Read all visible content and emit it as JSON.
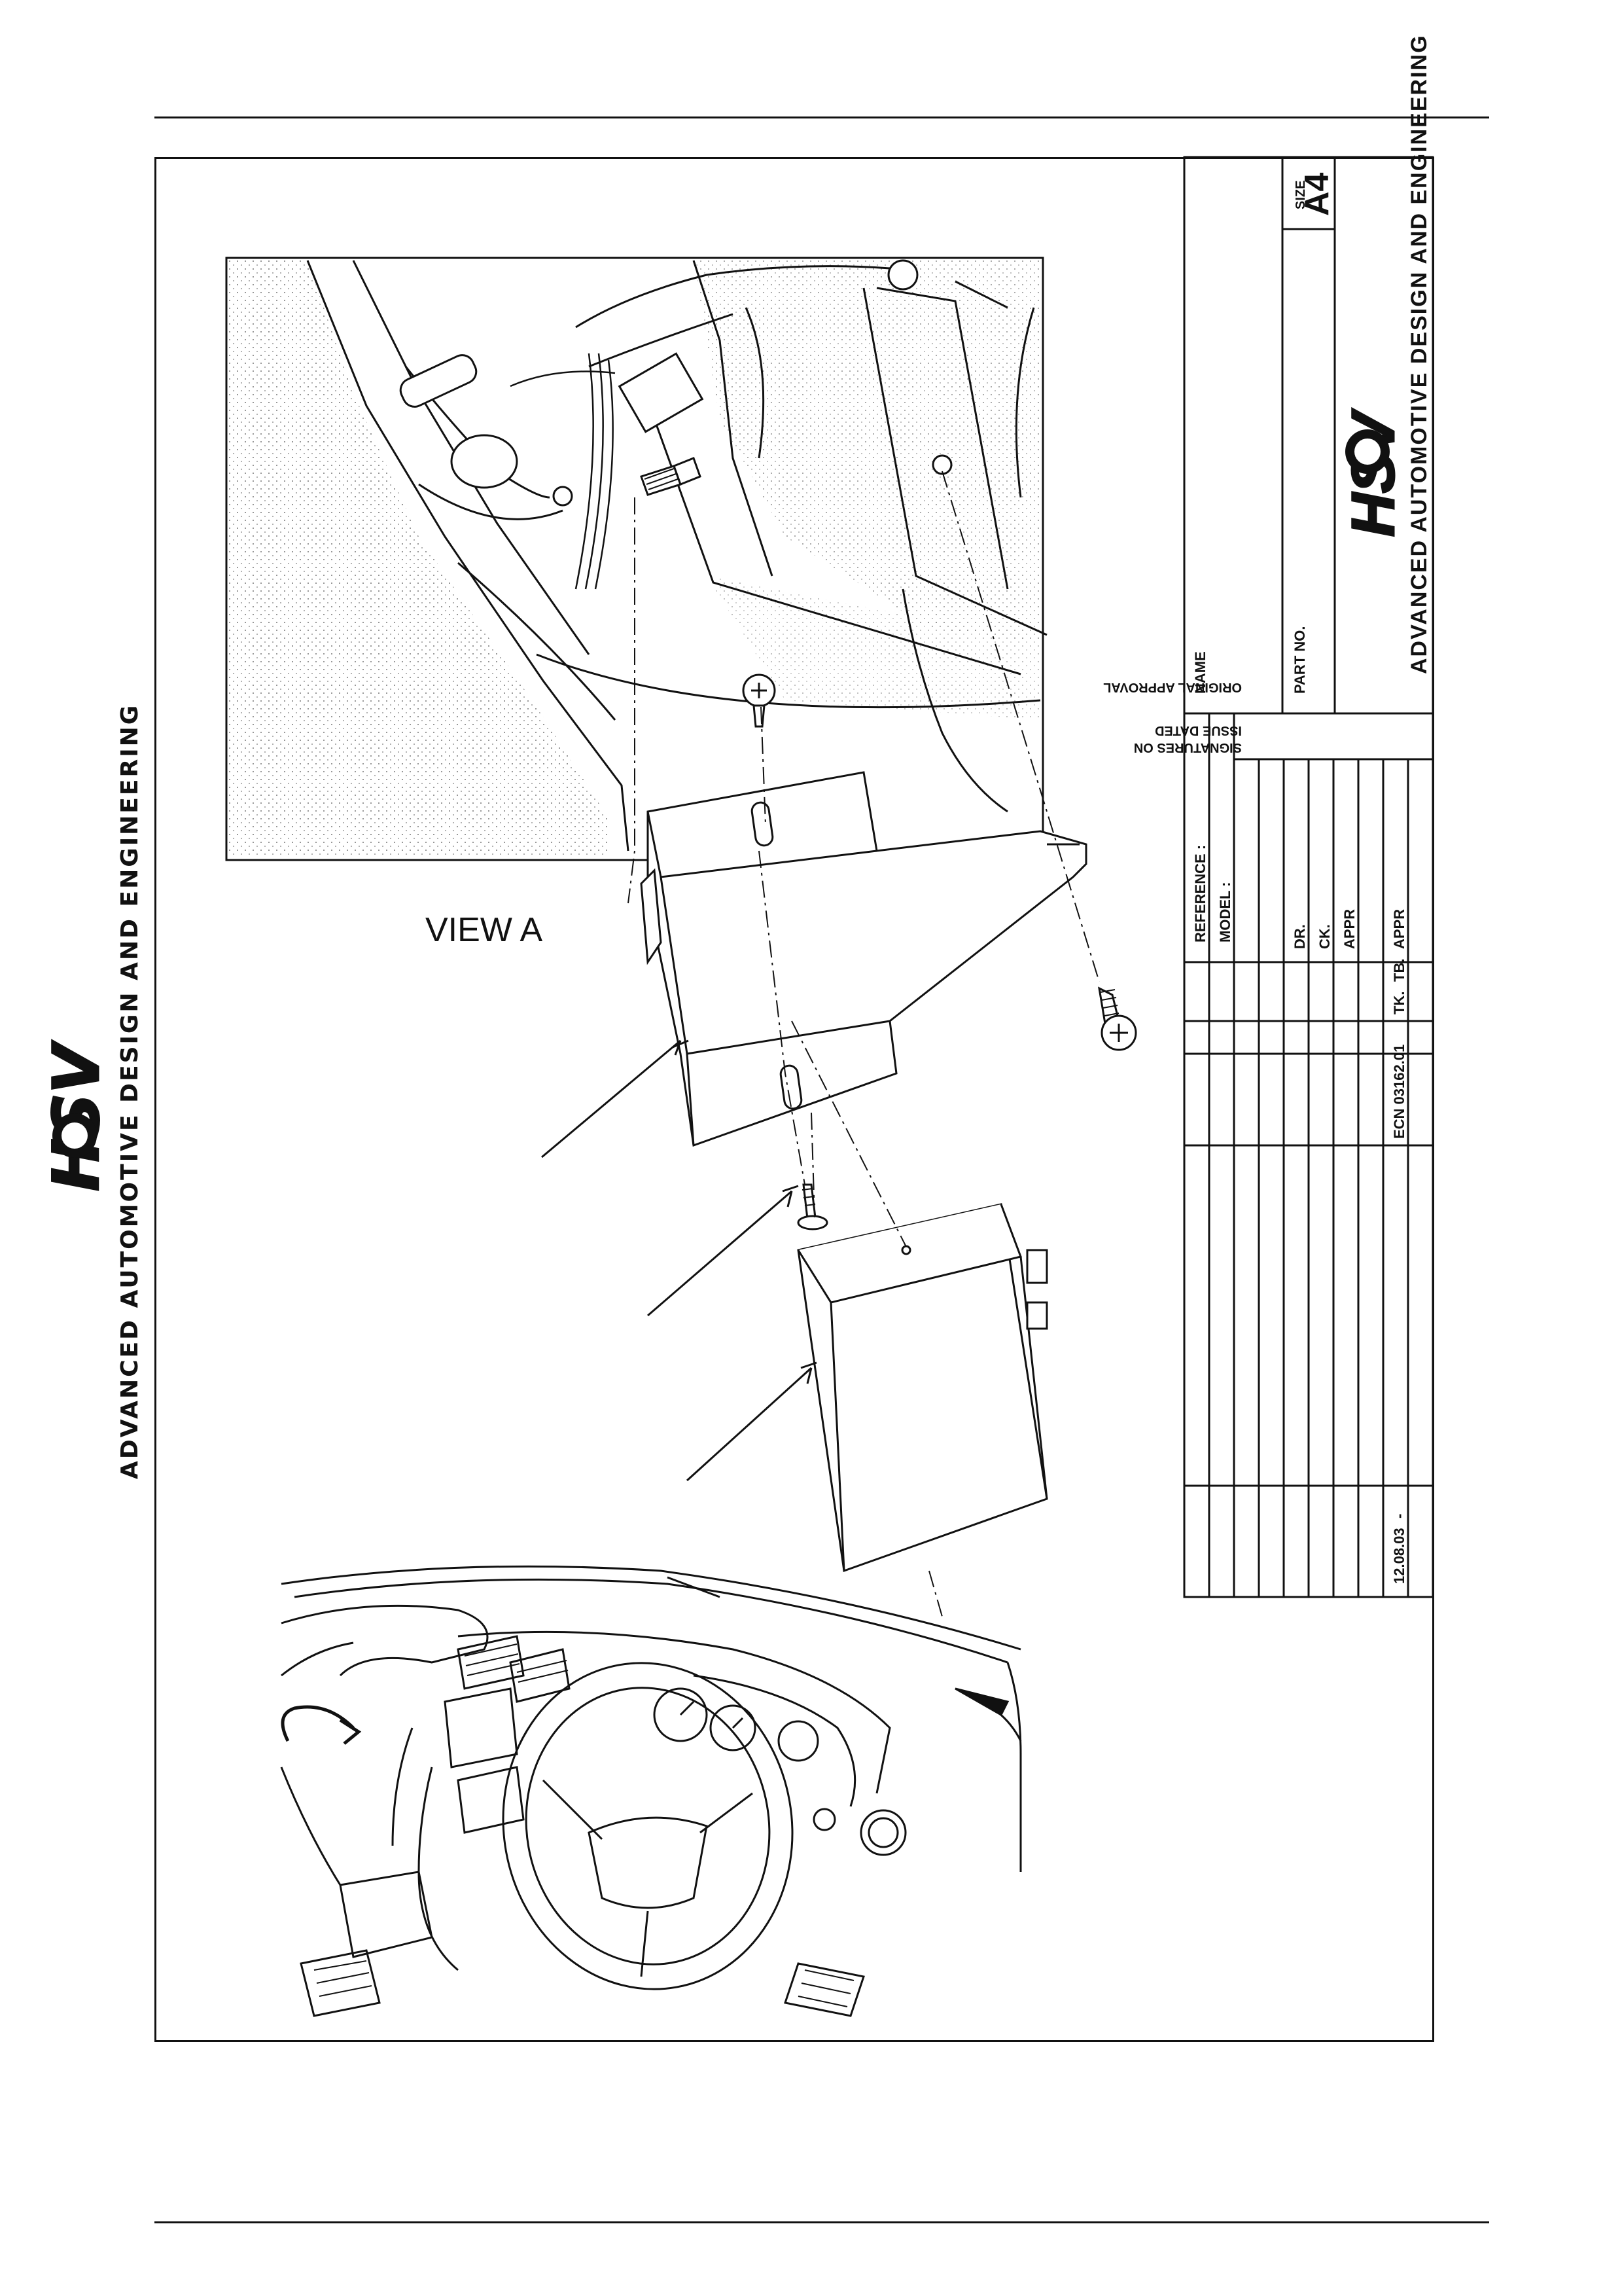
{
  "branding": {
    "company_line": "ADVANCED AUTOMOTIVE DESIGN AND ENGINEERING",
    "logo_text": "HSV"
  },
  "drawing": {
    "view_label": "VIEW A"
  },
  "title_block": {
    "labels": {
      "name": "NAME",
      "reference": "REFERENCE :",
      "model": "MODEL :",
      "part_no": "PART NO.",
      "size": "SIZE",
      "size_value": "A4",
      "dr": "DR.",
      "ck": "CK.",
      "appr_1": "APPR",
      "appr_2": "APPR",
      "tk": "TK.",
      "tb": "TB.",
      "original_approval": "ORIGINAL APPROVAL",
      "signatures_on": "SIGNATURES ON",
      "issue_dated": "ISSUE DATED"
    },
    "revision": {
      "date": "12.08.03",
      "dash": "-",
      "ecn": "ECN 03162.01"
    }
  }
}
